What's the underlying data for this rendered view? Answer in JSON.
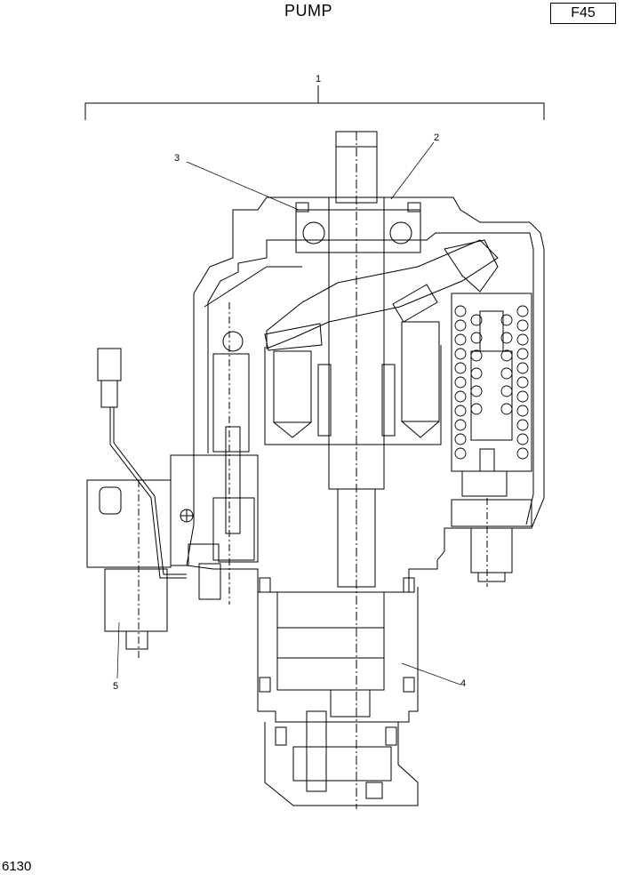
{
  "header": {
    "title": "PUMP",
    "code": "F45"
  },
  "footer": {
    "page_number": "6130"
  },
  "callouts": [
    {
      "id": "1",
      "text": "1"
    },
    {
      "id": "2",
      "text": "2"
    },
    {
      "id": "3",
      "text": "3"
    },
    {
      "id": "4",
      "text": "4"
    },
    {
      "id": "5",
      "text": "5"
    }
  ]
}
